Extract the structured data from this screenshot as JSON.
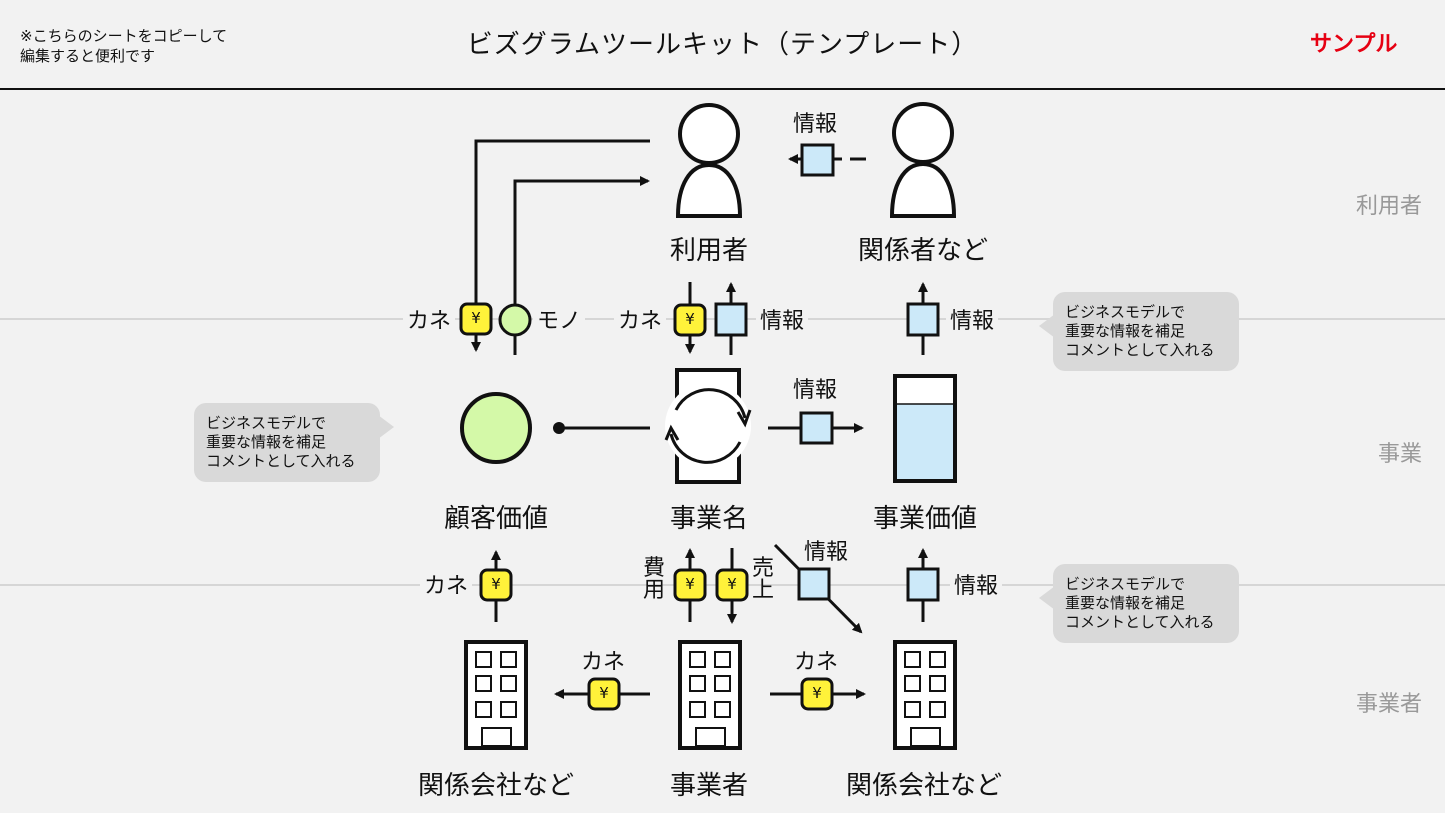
{
  "header": {
    "note_line1": "※こちらのシートをコピーして",
    "note_line2": "編集すると便利です",
    "title": "ビズグラムツールキット（テンプレート）",
    "badge": "サンプル"
  },
  "colors": {
    "badge": "#e60012",
    "money": "#fff23a",
    "info": "#cce9f9",
    "goods": "#d4f9a8",
    "comment_bg": "#d9d9d9",
    "lane_label": "#999999"
  },
  "lanes": [
    {
      "label": "利用者"
    },
    {
      "label": "事業"
    },
    {
      "label": "事業者"
    }
  ],
  "nodes": {
    "user": "利用者",
    "stakeholders": "関係者など",
    "customer_value": "顧客価値",
    "business_name": "事業名",
    "business_value": "事業価値",
    "affiliate_left": "関係会社など",
    "operator": "事業者",
    "affiliate_right": "関係会社など"
  },
  "flows": {
    "info_top": "情報",
    "money1": "カネ",
    "goods": "モノ",
    "money2": "カネ",
    "info2": "情報",
    "info3": "情報",
    "info_mid": "情報",
    "money_low": "カネ",
    "cost": "費用",
    "sales": "売上",
    "info_diag": "情報",
    "info_low": "情報",
    "money_left": "カネ",
    "money_right": "カネ",
    "yen": "¥"
  },
  "comments": [
    {
      "lines": [
        "ビジネスモデルで",
        "重要な情報を補足",
        "コメントとして入れる"
      ]
    },
    {
      "lines": [
        "ビジネスモデルで",
        "重要な情報を補足",
        "コメントとして入れる"
      ]
    },
    {
      "lines": [
        "ビジネスモデルで",
        "重要な情報を補足",
        "コメントとして入れる"
      ]
    }
  ]
}
